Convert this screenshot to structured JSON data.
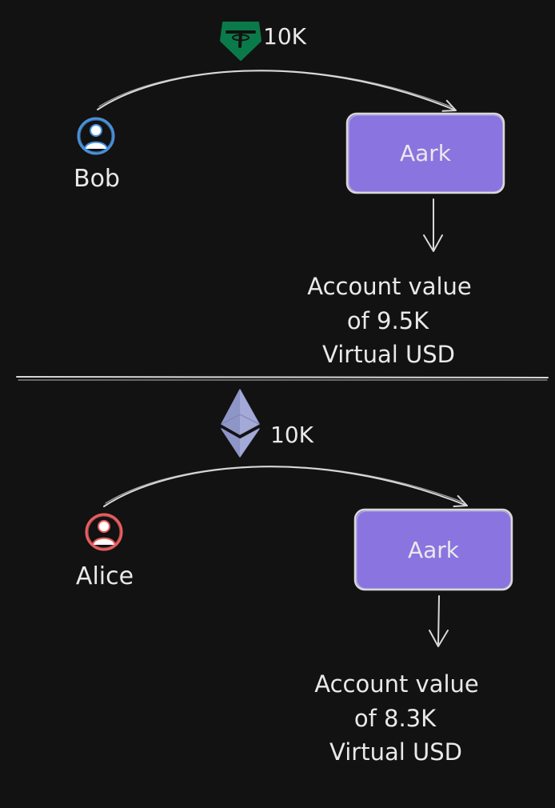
{
  "panels": [
    {
      "user": {
        "name": "Bob",
        "icon": "user-icon",
        "icon_color": "#4a90d9"
      },
      "token": {
        "icon": "tether-icon",
        "icon_color": "#0b7a4b",
        "amount": "10K"
      },
      "box": {
        "label": "Aark",
        "fill": "#8a74e0"
      },
      "result": {
        "line1": "Account value",
        "line2": "of 9.5K",
        "line3": "Virtual USD"
      }
    },
    {
      "user": {
        "name": "Alice",
        "icon": "user-icon",
        "icon_color": "#e85e5e"
      },
      "token": {
        "icon": "ethereum-icon",
        "icon_color": "#8e95c7",
        "amount": "10K"
      },
      "box": {
        "label": "Aark",
        "fill": "#8a74e0"
      },
      "result": {
        "line1": "Account value",
        "line2": "of 8.3K",
        "line3": "Virtual USD"
      }
    }
  ],
  "colors": {
    "background": "#121212",
    "stroke": "#d8d8d8",
    "text": "#e9e9e9"
  }
}
